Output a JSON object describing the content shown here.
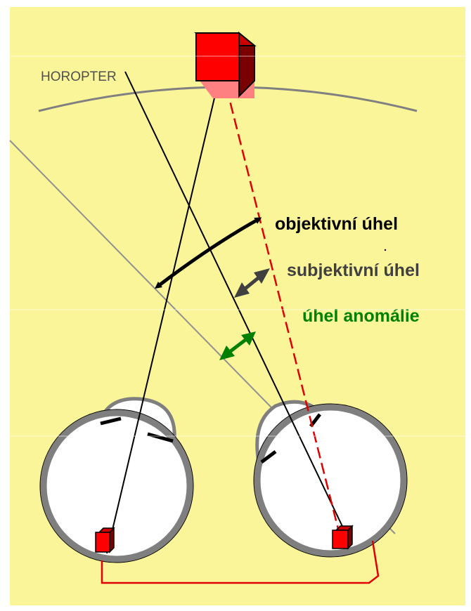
{
  "diagram": {
    "horopter_label": "HOROPTER",
    "angle_labels": {
      "objective": "objektivní úhel",
      "subjective": "subjektivní úhel",
      "anomaly": "úhel anomálie"
    }
  },
  "colors": {
    "background": "#fbf59a",
    "object_red": "#ff0000",
    "object_dark": "#7a0000",
    "object_shadow": "#ff8080",
    "eye_ring": "#7f7f7f",
    "objective_arrow": "#000000",
    "subjective_arrow": "#404040",
    "anomaly_arrow": "#008000",
    "horopter": "#808080",
    "objective_text": "#000000",
    "subjective_text": "#404040",
    "anomaly_text": "#008000",
    "red_line": "#e00000"
  }
}
